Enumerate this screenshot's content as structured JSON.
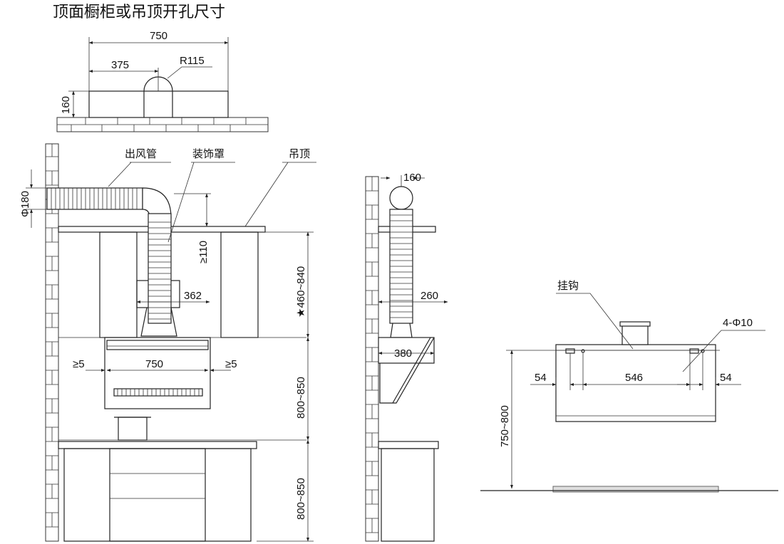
{
  "title": "顶面橱柜或吊顶开孔尺寸",
  "top_view": {
    "width": "750",
    "offset": "375",
    "radius": "R115",
    "height": "160"
  },
  "front_view": {
    "label_duct": "出风管",
    "label_cover": "装饰罩",
    "label_ceiling": "吊顶",
    "duct_dia": "Φ180",
    "gap_min": "≥110",
    "cover_width": "362",
    "cover_height": "★460~840",
    "side_gap_left": "≥5",
    "hood_width": "750",
    "side_gap_right": "≥5",
    "hood_to_counter": "800~850",
    "counter_height": "800~850"
  },
  "side_view": {
    "duct_dia": "160",
    "cover_depth": "260",
    "hood_depth": "380"
  },
  "mount_view": {
    "label_hook": "挂钩",
    "holes": "4-Φ10",
    "edge_left": "54",
    "hole_spacing": "546",
    "edge_right": "54",
    "height_range": "750~800"
  }
}
